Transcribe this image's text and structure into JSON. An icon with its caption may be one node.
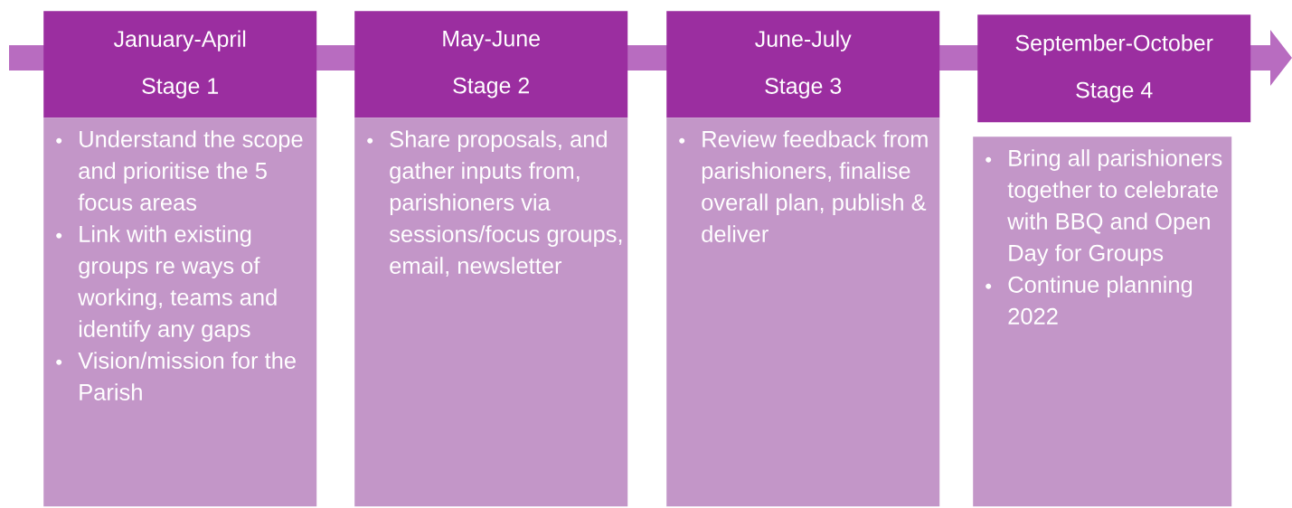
{
  "diagram": {
    "nodes": [
      {
        "text": [
          "January-April",
          "Stage 1"
        ]
      },
      {
        "text": [
          "Understand the scope and prioritise the 5 focus areas",
          "Link with existing groups re ways of working, teams and identify any gaps",
          "Vision/mission for the Parish"
        ]
      },
      {
        "text": [
          "May-June",
          "Stage 2"
        ]
      },
      {
        "text": [
          "Share proposals, and gather inputs from, parishioners via sessions/focus groups, email, newsletter"
        ]
      },
      {
        "text": [
          "June-July",
          "Stage 3"
        ]
      },
      {
        "text": [
          "Review feedback from parishioners, finalise overall plan, publish & deliver"
        ]
      },
      {
        "text": [
          "September-October",
          "Stage 4"
        ]
      },
      {
        "text": [
          "Bring all parishioners together to celebrate with BBQ and Open Day for Groups",
          "Continue planning 2022"
        ]
      }
    ]
  }
}
